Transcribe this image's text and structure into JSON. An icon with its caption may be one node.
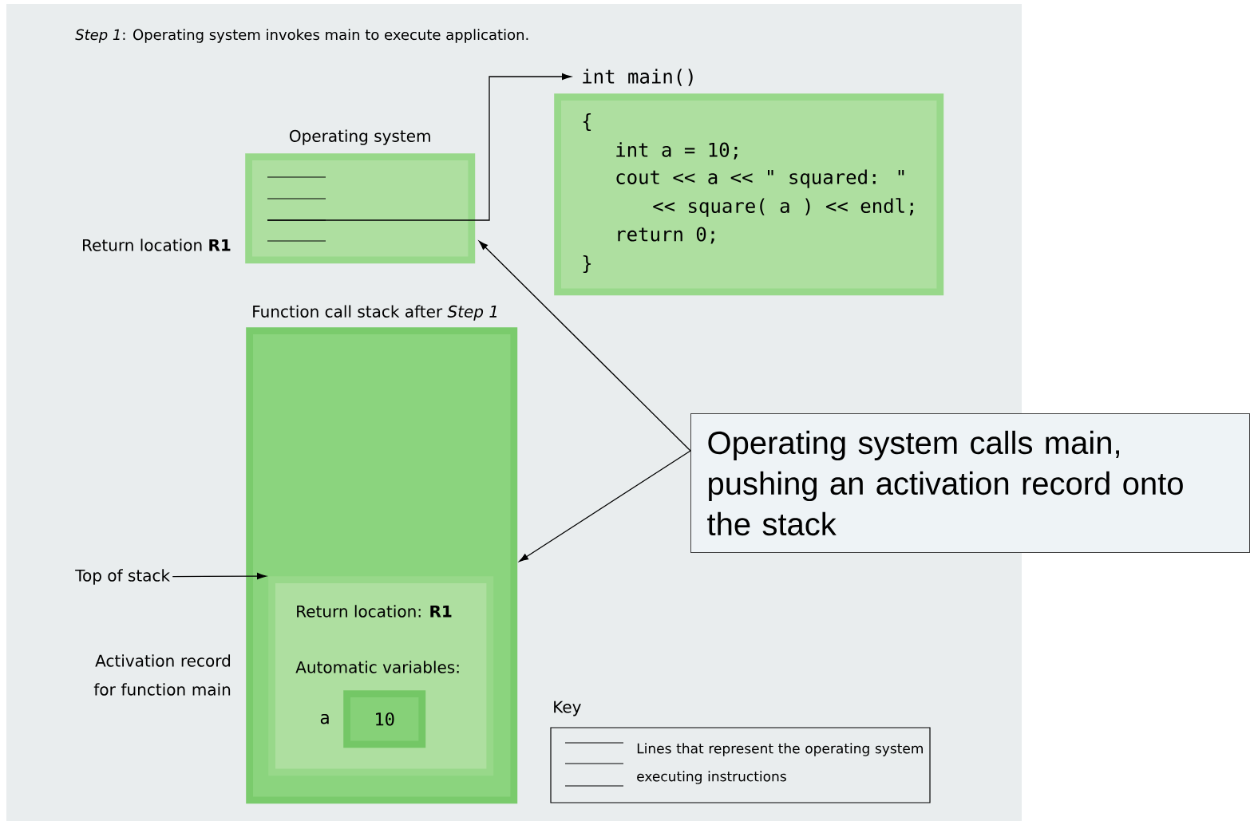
{
  "diagram": {
    "title": "*Step 1*: Operating system invokes main to execute application.",
    "nodes": [
      {
        "text": [
          "Operating system"
        ]
      },
      {
        "text": [
          "int main()",
          "{",
          "int a = 10;",
          "cout << a << \" squared: \"",
          "<< square( a ) << endl;",
          "return 0;",
          "}"
        ]
      },
      {
        "text": [
          "Function call stack after *Step 1*"
        ]
      },
      {
        "text": [
          "Return location: **R1**",
          "Automatic variables:"
        ],
        "in": 2
      },
      {
        "text": [
          "10"
        ],
        "in": 3,
        "beside": [
          "a"
        ]
      },
      {
        "text": [
          "Operating system calls main, pushing an activation record onto the stack"
        ]
      },
      {
        "text": [
          "Top of stack"
        ]
      }
    ],
    "edges": [
      {
        "from": 0,
        "to": 1,
        "arrow": "to"
      },
      {
        "from": 5,
        "to": 0,
        "arrow": "to"
      },
      {
        "from": 5,
        "to": 2,
        "arrow": "to"
      },
      {
        "from": 6,
        "to": 3,
        "arrow": "to"
      }
    ],
    "labels": [
      "Return location **R1**",
      "Activation record for function main",
      "Key"
    ],
    "legend": [
      {
        "text": "Lines that represent the operating system executing instructions"
      }
    ]
  }
}
